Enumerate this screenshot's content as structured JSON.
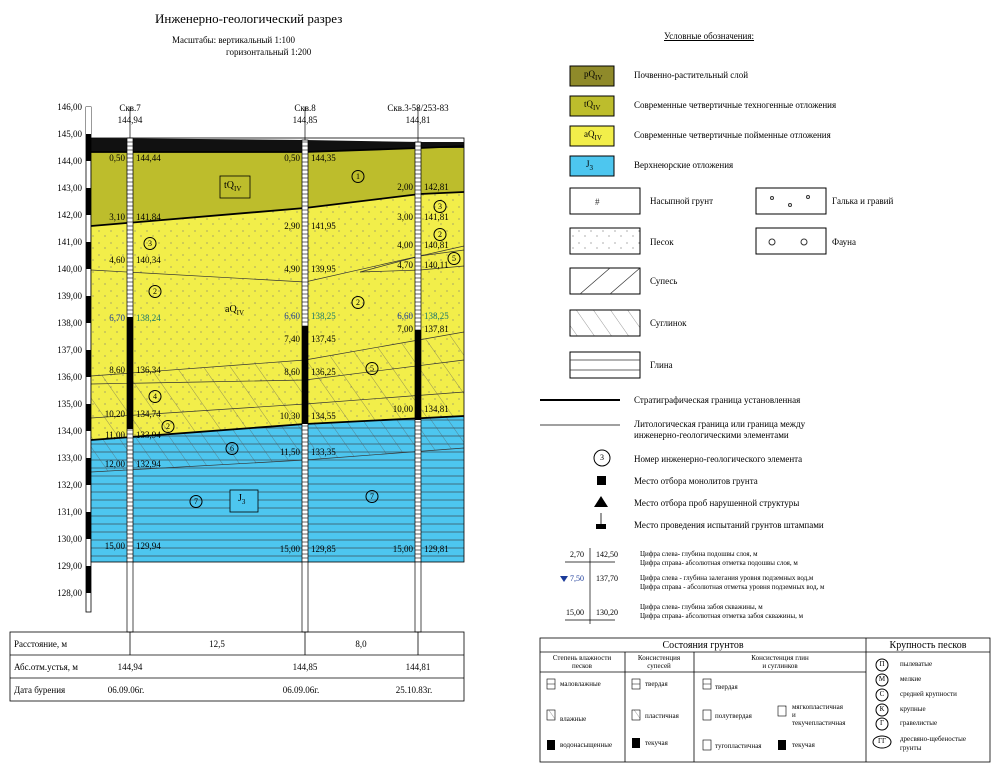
{
  "title": "Инженерно-геологический разрез",
  "scale": {
    "line1": "Масштабы: вертикальный 1:100",
    "line2": "горизонтальный 1:200"
  },
  "axis_ticks": [
    "146,00",
    "145,00",
    "144,00",
    "143,00",
    "142,00",
    "141,00",
    "140,00",
    "139,00",
    "138,00",
    "137,00",
    "136,00",
    "135,00",
    "134,00",
    "133,00",
    "132,00",
    "131,00",
    "130,00",
    "129,00",
    "128,00"
  ],
  "wells": [
    {
      "name": "Скв.7",
      "elev": "144,94"
    },
    {
      "name": "Скв.8",
      "elev": "144,85"
    },
    {
      "name": "Скв.3-58/253-83",
      "elev": "144,81"
    }
  ],
  "strata_labels": {
    "tq": "tQ",
    "tq_sub": "IV",
    "aq": "aQ",
    "aq_sub": "IV",
    "j": "J",
    "j_sub": "3"
  },
  "ige_numbers": [
    "1",
    "2",
    "3",
    "4",
    "5",
    "6",
    "7"
  ],
  "well7_marks": [
    {
      "d": "0,50",
      "e": "144,44"
    },
    {
      "d": "3,10",
      "e": "141,84"
    },
    {
      "d": "4,60",
      "e": "140,34"
    },
    {
      "d": "6,70",
      "e": "138,24"
    },
    {
      "d": "8,60",
      "e": "136,34"
    },
    {
      "d": "10,20",
      "e": "134,74"
    },
    {
      "d": "11,00",
      "e": "133,94"
    },
    {
      "d": "12,00",
      "e": "132,94"
    },
    {
      "d": "15,00",
      "e": "129,94"
    }
  ],
  "well8_marks": [
    {
      "d": "0,50",
      "e": "144,35"
    },
    {
      "d": "2,90",
      "e": "141,95"
    },
    {
      "d": "4,90",
      "e": "139,95"
    },
    {
      "d": "6,60",
      "e": "138,25"
    },
    {
      "d": "7,40",
      "e": "137,45"
    },
    {
      "d": "8,60",
      "e": "136,25"
    },
    {
      "d": "10,30",
      "e": "134,55"
    },
    {
      "d": "11,50",
      "e": "133,35"
    },
    {
      "d": "15,00",
      "e": "129,85"
    }
  ],
  "well3_marks": [
    {
      "d": "2,00",
      "e": "142,81"
    },
    {
      "d": "3,00",
      "e": "141,81"
    },
    {
      "d": "4,00",
      "e": "140,81"
    },
    {
      "d": "4,70",
      "e": "140,11"
    },
    {
      "d": "6,60",
      "e": "138,25"
    },
    {
      "d": "7,00",
      "e": "137,81"
    },
    {
      "d": "10,00",
      "e": "134,81"
    },
    {
      "d": "15,00",
      "e": "129,81"
    }
  ],
  "bottom_table": {
    "row1_label": "Расстояние, м",
    "dist1": "12,5",
    "dist2": "8,0",
    "row2_label": "Абс.отм.устья, м",
    "elev": [
      "144,94",
      "144,85",
      "144,81"
    ],
    "row3_label": "Дата бурения",
    "dates": [
      "06.09.06г.",
      "06.09.06г.",
      "25.10.83г."
    ]
  },
  "legend": {
    "title": "Условные обозначения:",
    "strata": [
      {
        "code": "pQ",
        "sub": "IV",
        "text": "Почвенно-растительный слой",
        "color": "#8f8a2a"
      },
      {
        "code": "tQ",
        "sub": "IV",
        "text": "Современные четвертичные техногенные отложения",
        "color": "#bdbd2c"
      },
      {
        "code": "aQ",
        "sub": "IV",
        "text": "Современные четвертичные пойменные отложения",
        "color": "#f2ee4a"
      },
      {
        "code": "J",
        "sub": "3",
        "text": "Верхнеюрские отложения",
        "color": "#4dc6ef"
      }
    ],
    "soils": [
      "Насыпной грунт",
      "Галька и гравий",
      "Песок",
      "Фауна",
      "Супесь",
      "Суглинок",
      "Глина"
    ],
    "lines": [
      "Стратиграфическая граница установленная",
      "Литологическая граница или граница между",
      "инженерно-геологическими элементами"
    ],
    "symbols": [
      "Номер инженерно-геологического элемента",
      "Место отбора монолитов грунта",
      "Место отбора проб нарушенной структуры",
      "Место проведения испытаний грунтов штампами"
    ],
    "symbol_num": "3",
    "ex1": {
      "l": "2,70",
      "r": "142,50",
      "t1": "Цифра слева- глубина подошвы слоя, м",
      "t2": "Цифра справа- абсолютная отметка подошвы слоя, м"
    },
    "ex2": {
      "l": "7,50",
      "r": "137,70",
      "t1": "Цифра слева - глубина залегания уровня подземных вод,м",
      "t2": "Цифра справа - абсолютная отметка уровня подземных вод, м"
    },
    "ex3": {
      "l": "15,00",
      "r": "130,20",
      "t1": "Цифра слева- глубина забоя скважины, м",
      "t2": "Цифра справа- абсолютная отметка забоя скважины, м"
    }
  },
  "states": {
    "title": "Состояния грунтов",
    "h1": "Степень влажности",
    "h1b": "песков",
    "h2": "Консистенция",
    "h2b": "супесей",
    "h3": "Консистенция глин",
    "h3b": "и суглинков",
    "w": [
      "маловлажные",
      "влажные",
      "водонасыщенные"
    ],
    "s": [
      "твердая",
      "пластичная",
      "текучая"
    ],
    "g": [
      "твердая",
      "полутвердая",
      "тугопластичная",
      "мягкопластичная",
      "и",
      "текучепластичная",
      "текучая"
    ]
  },
  "grain": {
    "title": "Крупность песков",
    "items": [
      {
        "k": "П",
        "t": "пылеватые"
      },
      {
        "k": "М",
        "t": "мелкие"
      },
      {
        "k": "С",
        "t": "средней крупности"
      },
      {
        "k": "К",
        "t": "крупные"
      },
      {
        "k": "Г",
        "t": "гравелистые"
      },
      {
        "k": "ГГ",
        "t": "дресвяно-щебеностые"
      }
    ],
    "last_extra": "грунты"
  }
}
